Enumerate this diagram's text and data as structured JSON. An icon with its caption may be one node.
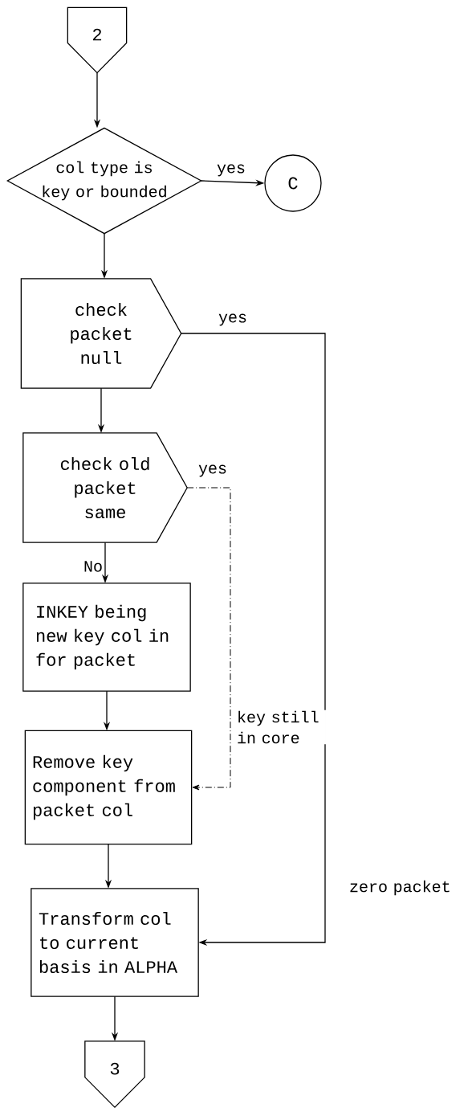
{
  "diagram": {
    "nodes": [
      {
        "text": [
          "2"
        ]
      },
      {
        "text": [
          "col type is key or bounded"
        ]
      },
      {
        "text": [
          "C"
        ]
      },
      {
        "text": [
          "check packet null"
        ]
      },
      {
        "text": [
          "check old packet same"
        ]
      },
      {
        "text": [
          "INKEY being new key col in for packet"
        ]
      },
      {
        "text": [
          "Remove key component from packet col"
        ]
      },
      {
        "text": [
          "Transform col to current basis in ALPHA"
        ]
      },
      {
        "text": [
          "3"
        ]
      }
    ],
    "edges": [
      {
        "from": 0,
        "to": 1,
        "arrow": "to"
      },
      {
        "from": 1,
        "to": 2,
        "arrow": "to",
        "label": "yes"
      },
      {
        "from": 1,
        "to": 3,
        "arrow": "to"
      },
      {
        "from": 3,
        "to": 7,
        "arrow": "to",
        "label": "yes"
      },
      {
        "from": 3,
        "to": 4,
        "arrow": "to"
      },
      {
        "from": 4,
        "to": 6,
        "arrow": "to",
        "label": "yes",
        "style": "dashed"
      },
      {
        "from": 4,
        "to": 5,
        "arrow": "to",
        "label": "No"
      },
      {
        "from": 5,
        "to": 6,
        "arrow": "to"
      },
      {
        "from": 6,
        "to": 7,
        "arrow": "to"
      },
      {
        "from": 7,
        "to": 8,
        "arrow": "to"
      }
    ],
    "labels": [
      "key still in core",
      "zero packet"
    ]
  }
}
